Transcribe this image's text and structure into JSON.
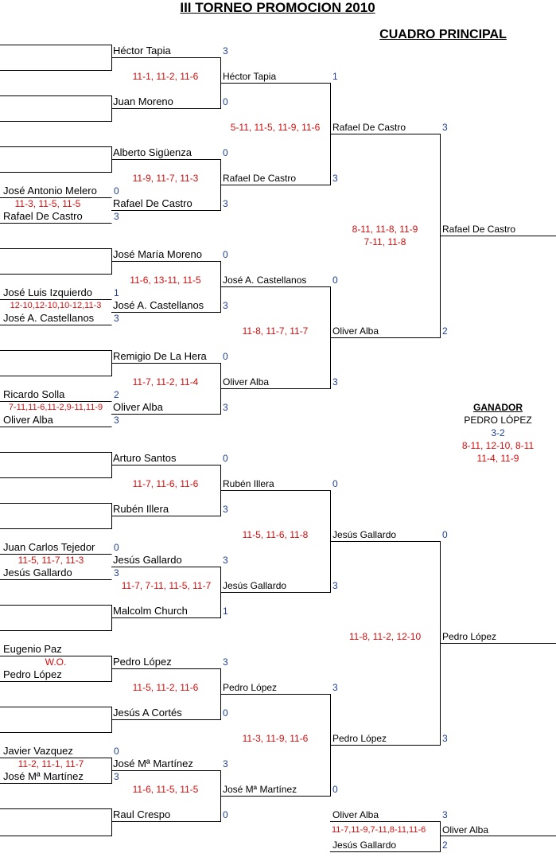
{
  "title": "III TORNEO PROMOCION 2010",
  "subtitle": "CUADRO PRINCIPAL",
  "winner": {
    "label": "GANADOR",
    "name": "PEDRO LÓPEZ",
    "score": "3-2",
    "sets_1": "8-11, 12-10, 8-11",
    "sets_2": "11-4, 11-9"
  },
  "prelim": {
    "melero": "José Antonio Melero",
    "melero_score": "0",
    "melero_sets": "11-3, 11-5, 11-5",
    "decastro": "Rafael De Castro",
    "decastro_score": "3",
    "izquierdo": "José Luis Izquierdo",
    "izquierdo_score": "1",
    "izquierdo_sets": "12-10,12-10,10-12,11-3",
    "castellanos": "José A. Castellanos",
    "castellanos_score": "3",
    "solla": "Ricardo Solla",
    "solla_score": "2",
    "solla_sets": "7-11,11-6,11-2,9-11,11-9",
    "alba": "Oliver Alba",
    "alba_score": "3",
    "tejedor": "Juan Carlos Tejedor",
    "tejedor_score": "0",
    "tejedor_sets": "11-5, 11-7, 11-3",
    "gallardo": "Jesús Gallardo",
    "gallardo_score": "3",
    "paz": "Eugenio Paz",
    "paz_sets": "W.O.",
    "lopez": "Pedro López",
    "vazquez": "Javier Vazquez",
    "vazquez_score": "0",
    "vazquez_sets": "11-2, 11-1, 11-7",
    "martinez": "José Mª Martínez",
    "martinez_score": "3"
  },
  "round1": [
    {
      "top": "Héctor Tapia",
      "top_score": "3",
      "sets": "11-1, 11-2, 11-6",
      "bottom": "Juan Moreno",
      "bottom_score": "0"
    },
    {
      "top": "Alberto Sigüenza",
      "top_score": "0",
      "sets": "11-9, 11-7, 11-3",
      "bottom": "Rafael De Castro",
      "bottom_score": "3"
    },
    {
      "top": "José María Moreno",
      "top_score": "0",
      "sets": "11-6, 13-11, 11-5",
      "bottom": "José A. Castellanos",
      "bottom_score": "3"
    },
    {
      "top": "Remigio De La Hera",
      "top_score": "0",
      "sets": "11-7, 11-2, 11-4",
      "bottom": "Oliver Alba",
      "bottom_score": "3"
    },
    {
      "top": "Arturo Santos",
      "top_score": "0",
      "sets": "11-7, 11-6, 11-6",
      "bottom": "Rubén Illera",
      "bottom_score": "3"
    },
    {
      "top": "Jesús Gallardo",
      "top_score": "3",
      "sets": "11-7, 7-11, 11-5, 11-7",
      "bottom": "Malcolm Church",
      "bottom_score": "1"
    },
    {
      "top": "Pedro López",
      "top_score": "3",
      "sets": "11-5, 11-2, 11-6",
      "bottom": "Jesús A Cortés",
      "bottom_score": "0"
    },
    {
      "top": "José Mª Martínez",
      "top_score": "3",
      "sets": "11-6, 11-5, 11-5",
      "bottom": "Raul Crespo",
      "bottom_score": "0"
    }
  ],
  "round2": [
    {
      "top": "Héctor Tapia",
      "top_score": "1",
      "sets": "5-11, 11-5, 11-9, 11-6",
      "bottom": "Rafael De Castro",
      "bottom_score": "3"
    },
    {
      "top": "José A. Castellanos",
      "top_score": "0",
      "sets": "11-8, 11-7, 11-7",
      "bottom": "Oliver Alba",
      "bottom_score": "3"
    },
    {
      "top": "Rubén Illera",
      "top_score": "0",
      "sets": "11-5, 11-6, 11-8",
      "bottom": "Jesús Gallardo",
      "bottom_score": "3"
    },
    {
      "top": "Pedro López",
      "top_score": "3",
      "sets": "11-3, 11-9, 11-6",
      "bottom": "José Mª Martínez",
      "bottom_score": "0"
    }
  ],
  "semis": [
    {
      "top": "Rafael De Castro",
      "top_score": "3",
      "sets_1": "8-11, 11-8, 11-9",
      "sets_2": "7-11, 11-8",
      "bottom": "Oliver Alba",
      "bottom_score": "2"
    },
    {
      "top": "Jesús Gallardo",
      "top_score": "0",
      "sets": "11-8, 11-2, 12-10",
      "bottom": "Pedro López",
      "bottom_score": "3"
    }
  ],
  "finalists": {
    "top": "Rafael De Castro",
    "bottom": "Pedro López"
  },
  "third_place": {
    "top": "Oliver Alba",
    "top_score": "3",
    "sets": "11-7,11-9,7-11,8-11,11-6",
    "bottom": "Jesús Gallardo",
    "bottom_score": "2",
    "result": "Oliver Alba"
  }
}
